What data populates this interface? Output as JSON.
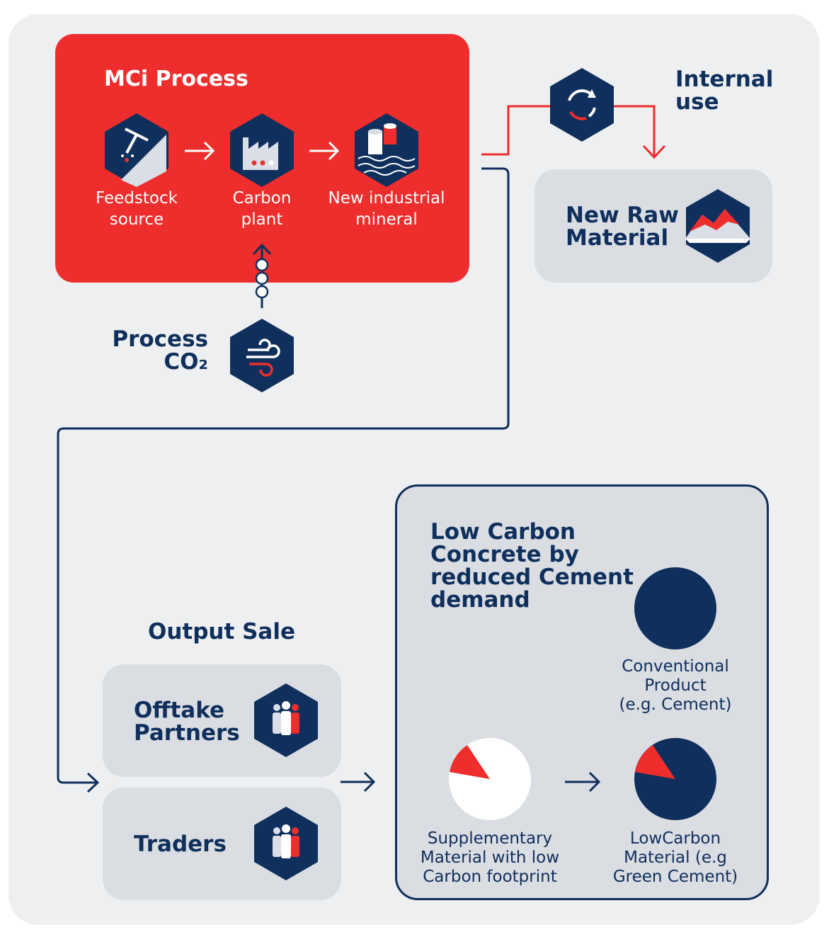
{
  "mci": {
    "title": "MCi Process",
    "steps": [
      {
        "line1": "Feedstock",
        "line2": "source"
      },
      {
        "line1": "Carbon",
        "line2": "plant"
      },
      {
        "line1": "New industrial",
        "line2": "mineral"
      }
    ]
  },
  "process_co2": {
    "line1": "Process",
    "line2": "CO₂"
  },
  "internal_use": {
    "line1": "Internal",
    "line2": "use"
  },
  "new_raw": {
    "line1": "New Raw",
    "line2": "Material"
  },
  "output_sale": {
    "title": "Output Sale",
    "offtake": {
      "line1": "Offtake",
      "line2": "Partners"
    },
    "traders": "Traders"
  },
  "low_carbon": {
    "title_lines": [
      "Low Carbon",
      "Concrete by",
      "reduced Cement",
      "demand"
    ],
    "conventional": {
      "line1": "Conventional",
      "line2": "Product",
      "line3": "(e.g. Cement)"
    },
    "supplementary": {
      "line1": "Supplementary",
      "line2": "Material with low",
      "line3": "Carbon footprint"
    },
    "lowcarbon": {
      "line1": "LowCarbon",
      "line2": "Material (e.g",
      "line3": "Green Cement)"
    }
  },
  "colors": {
    "red": "#ee2d2d",
    "navy": "#0f2f5c",
    "panel": "#dadde2",
    "background": "#eeeff1"
  },
  "icons": [
    "pickaxe-icon",
    "factory-icon",
    "mineral-rolls-icon",
    "recycle-icon",
    "raw-material-pile-icon",
    "co2-wind-icon",
    "people-icon",
    "pie-chart-icon"
  ]
}
